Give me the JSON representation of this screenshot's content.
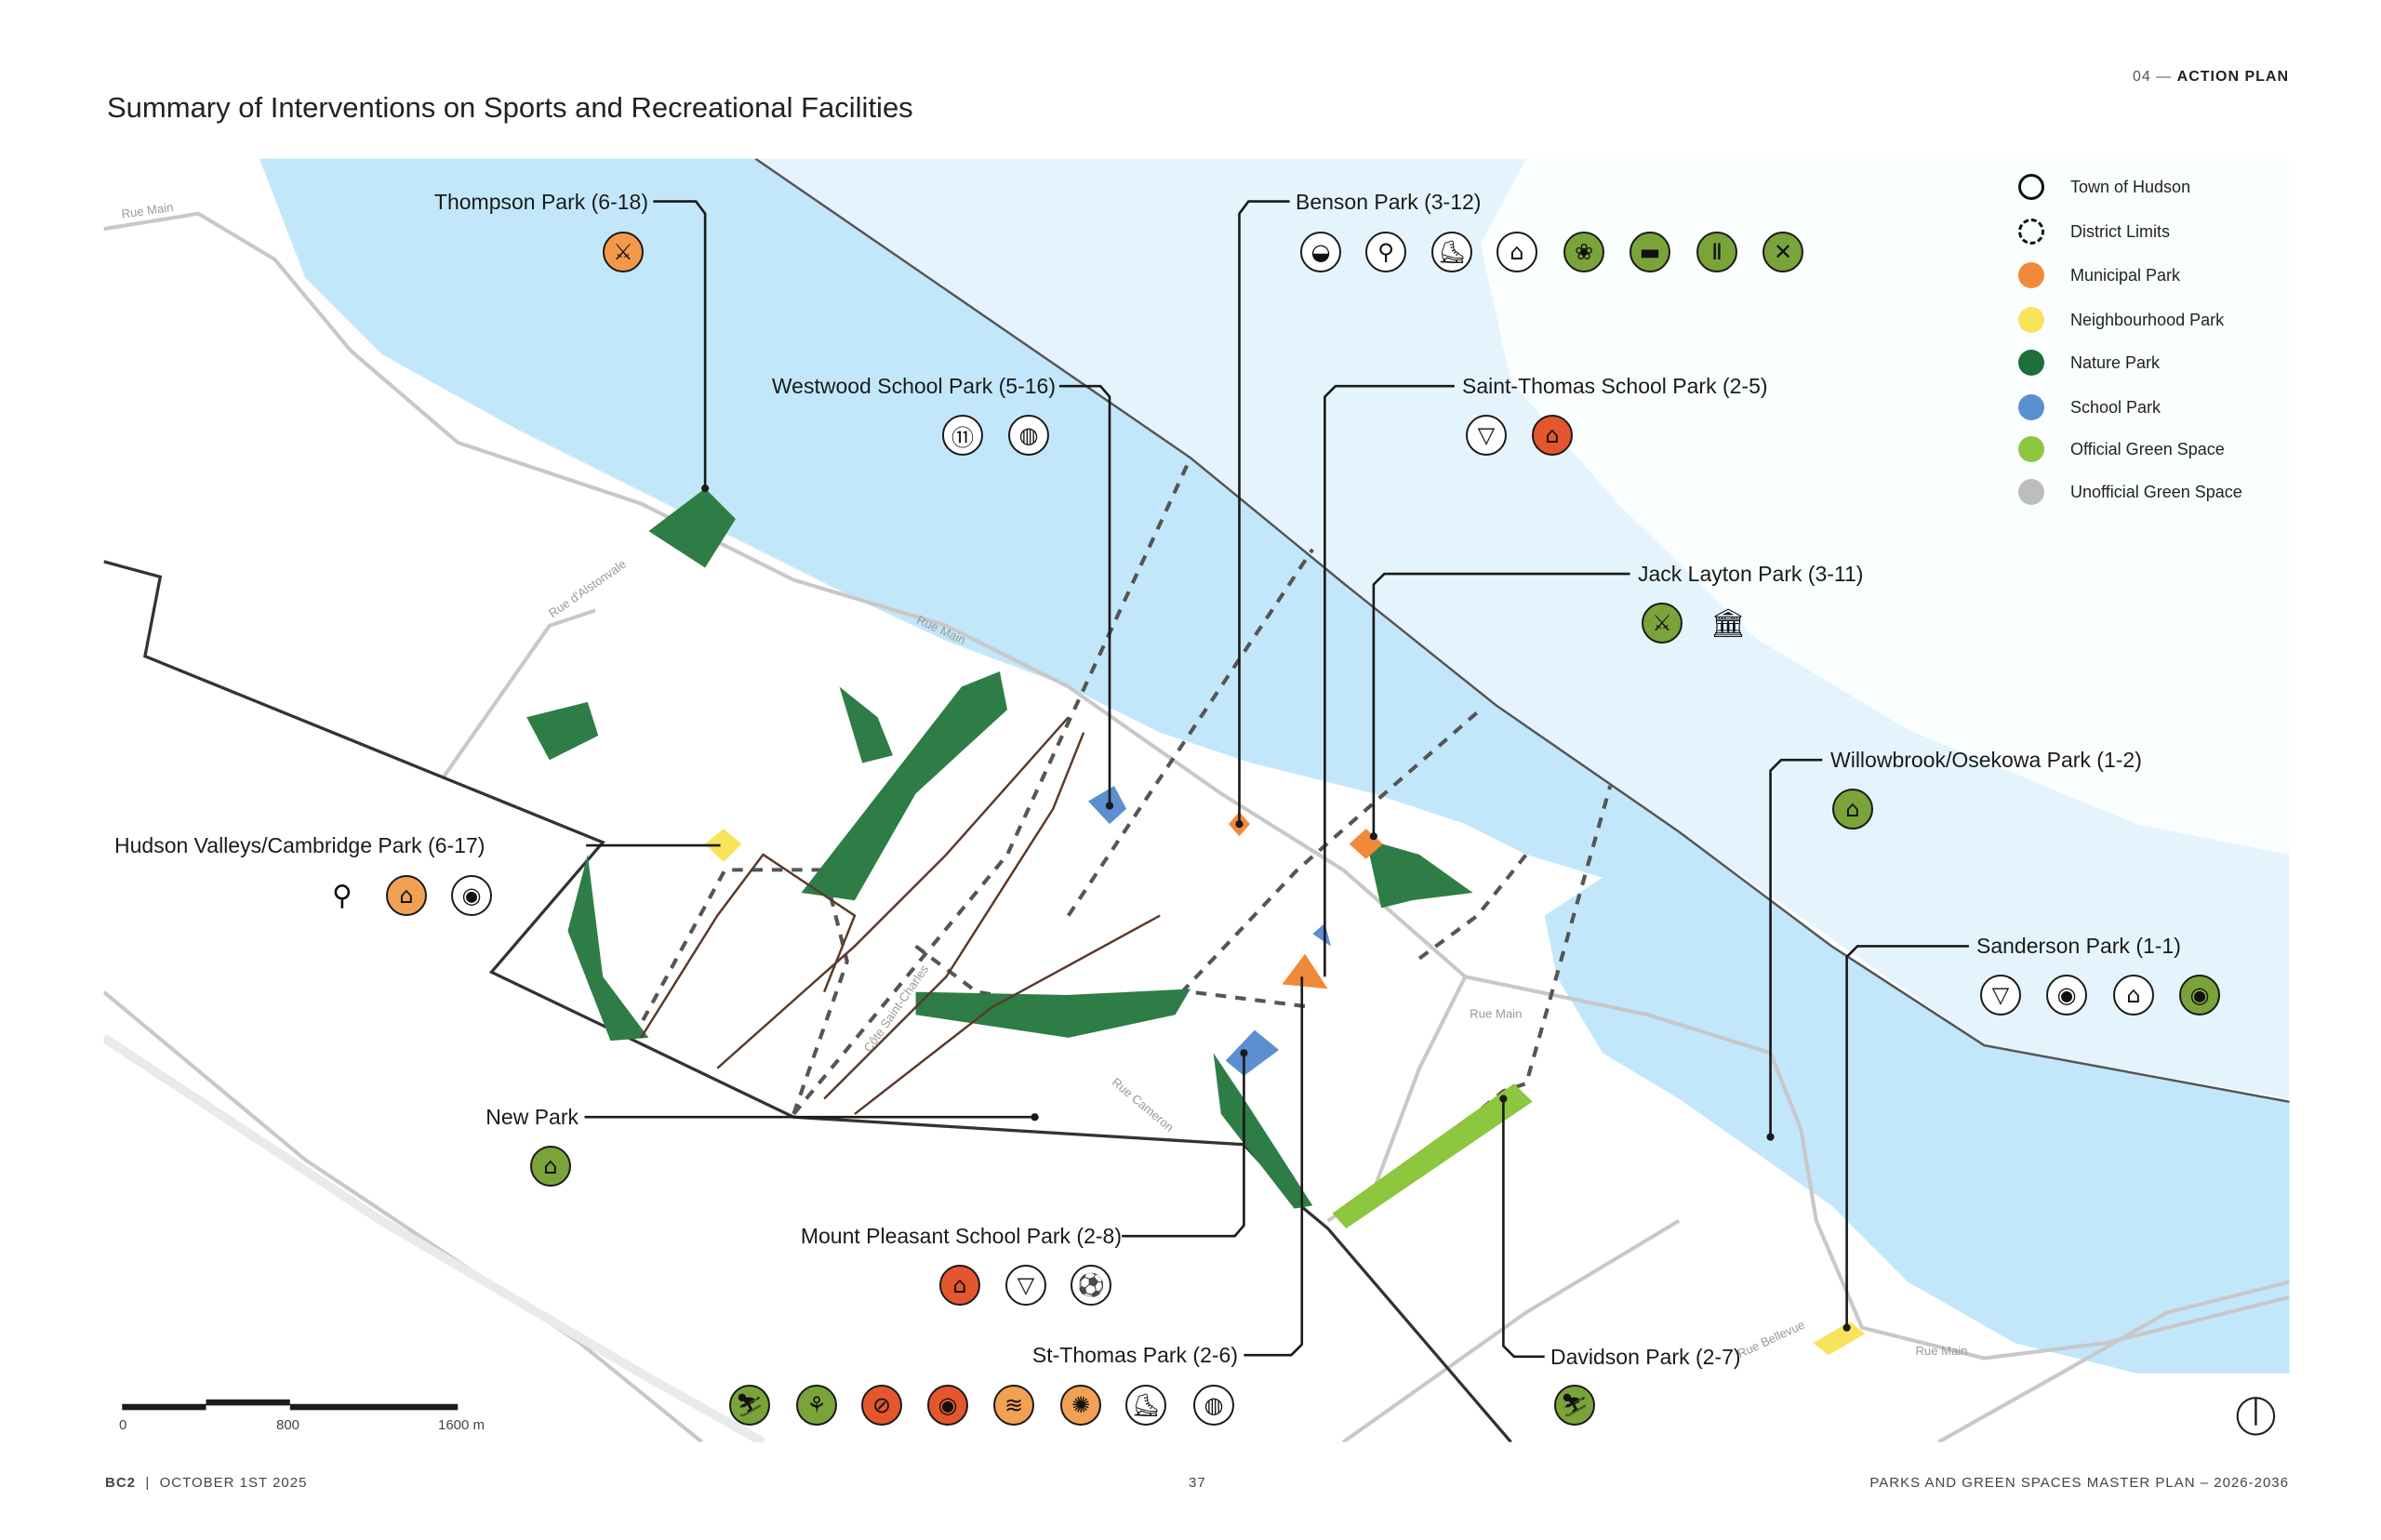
{
  "header": {
    "title": "Summary of Interventions on Sports and Recreational Facilities",
    "section_number": "04",
    "section_dash": "—",
    "section_name": "ACTION PLAN"
  },
  "legend": [
    {
      "label": "Town of Hudson",
      "style": "solid-outline",
      "color": "#111111"
    },
    {
      "label": "District Limits",
      "style": "dashed-outline",
      "color": "#111111"
    },
    {
      "label": "Municipal Park",
      "style": "fill",
      "color": "#f08a3a"
    },
    {
      "label": "Neighbourhood Park",
      "style": "fill",
      "color": "#f8e45c"
    },
    {
      "label": "Nature Park",
      "style": "fill",
      "color": "#1e6e3a"
    },
    {
      "label": "School Park",
      "style": "fill",
      "color": "#5b8fd0"
    },
    {
      "label": "Official Green Space",
      "style": "fill",
      "color": "#8dc63f"
    },
    {
      "label": "Unofficial Green Space",
      "style": "fill",
      "color": "#bdbdbd"
    }
  ],
  "road_labels": [
    "Rue Main",
    "Rue Main",
    "Rue Main",
    "Rue Main",
    "Rue d'Alstonvale",
    "Côte Saint-Charles",
    "Rue Cameron",
    "Rue Bellevue"
  ],
  "parks": [
    {
      "name": "Thompson Park (6-18)",
      "icons": [
        {
          "icon": "kayak-icon",
          "color": "#f29a4a"
        }
      ]
    },
    {
      "name": "Benson Park (3-12)",
      "icons": [
        {
          "icon": "baseball-icon",
          "color": "#ffffff"
        },
        {
          "icon": "hockey-icon",
          "color": "#ffffff"
        },
        {
          "icon": "skate-icon",
          "color": "#ffffff"
        },
        {
          "icon": "playground-icon",
          "color": "#ffffff"
        },
        {
          "icon": "garden-icon",
          "color": "#7aa33a"
        },
        {
          "icon": "skateboard-icon",
          "color": "#7aa33a"
        },
        {
          "icon": "fitness-icon",
          "color": "#7aa33a"
        },
        {
          "icon": "strategy-icon",
          "color": "#7aa33a"
        }
      ]
    },
    {
      "name": "Westwood School Park (5-16)",
      "icons": [
        {
          "icon": "soccer-field-icon",
          "color": "#ffffff"
        },
        {
          "icon": "volleyball-icon",
          "color": "#ffffff"
        }
      ]
    },
    {
      "name": "Saint-Thomas School Park (2-5)",
      "icons": [
        {
          "icon": "basketball-hoop-icon",
          "color": "#ffffff"
        },
        {
          "icon": "playground-icon",
          "color": "#e4572e"
        }
      ]
    },
    {
      "name": "Jack Layton Park (3-11)",
      "icons": [
        {
          "icon": "kayak-icon",
          "color": "#7aa33a"
        },
        {
          "icon": "museum-icon",
          "color": "none"
        }
      ]
    },
    {
      "name": "Willowbrook/Osekowa Park (1-2)",
      "icons": [
        {
          "icon": "playground-icon",
          "color": "#7aa33a"
        }
      ]
    },
    {
      "name": "Sanderson Park (1-1)",
      "icons": [
        {
          "icon": "basketball-hoop-icon",
          "color": "#ffffff"
        },
        {
          "icon": "basketball-icon",
          "color": "#ffffff"
        },
        {
          "icon": "playground-icon",
          "color": "#ffffff"
        },
        {
          "icon": "basketball-icon",
          "color": "#7aa33a"
        }
      ]
    },
    {
      "name": "Hudson Valleys/Cambridge Park (6-17)",
      "icons": [
        {
          "icon": "pickleball-icon",
          "color": "none"
        },
        {
          "icon": "playground-icon",
          "color": "#f2a154"
        },
        {
          "icon": "basketball-icon",
          "color": "#ffffff"
        }
      ]
    },
    {
      "name": "New Park",
      "icons": [
        {
          "icon": "playground-icon",
          "color": "#7aa33a"
        }
      ]
    },
    {
      "name": "Mount Pleasant School Park (2-8)",
      "icons": [
        {
          "icon": "playground-icon",
          "color": "#e4572e"
        },
        {
          "icon": "basketball-hoop-icon",
          "color": "#ffffff"
        },
        {
          "icon": "soccer-icon",
          "color": "#ffffff"
        }
      ]
    },
    {
      "name": "St-Thomas Park (2-6)",
      "icons": [
        {
          "icon": "sledding-icon",
          "color": "#7aa33a"
        },
        {
          "icon": "tennis-icon",
          "color": "#7aa33a"
        },
        {
          "icon": "no-climbing-icon",
          "color": "#e4572e"
        },
        {
          "icon": "basketball-icon",
          "color": "#e4572e"
        },
        {
          "icon": "pool-icon",
          "color": "#f2a154"
        },
        {
          "icon": "splash-pad-icon",
          "color": "#f2a154"
        },
        {
          "icon": "skate-icon",
          "color": "#ffffff"
        },
        {
          "icon": "volleyball-icon",
          "color": "#ffffff"
        }
      ]
    },
    {
      "name": "Davidson Park (2-7)",
      "icons": [
        {
          "icon": "sledding-icon",
          "color": "#7aa33a"
        }
      ]
    }
  ],
  "scale_bar": {
    "labels": [
      "0",
      "800",
      "1600 m"
    ]
  },
  "footer": {
    "left_org": "BC2",
    "left_date": "OCTOBER 1ST 2025",
    "page_number": "37",
    "right": "PARKS AND GREEN SPACES MASTER PLAN – 2026-2036"
  }
}
